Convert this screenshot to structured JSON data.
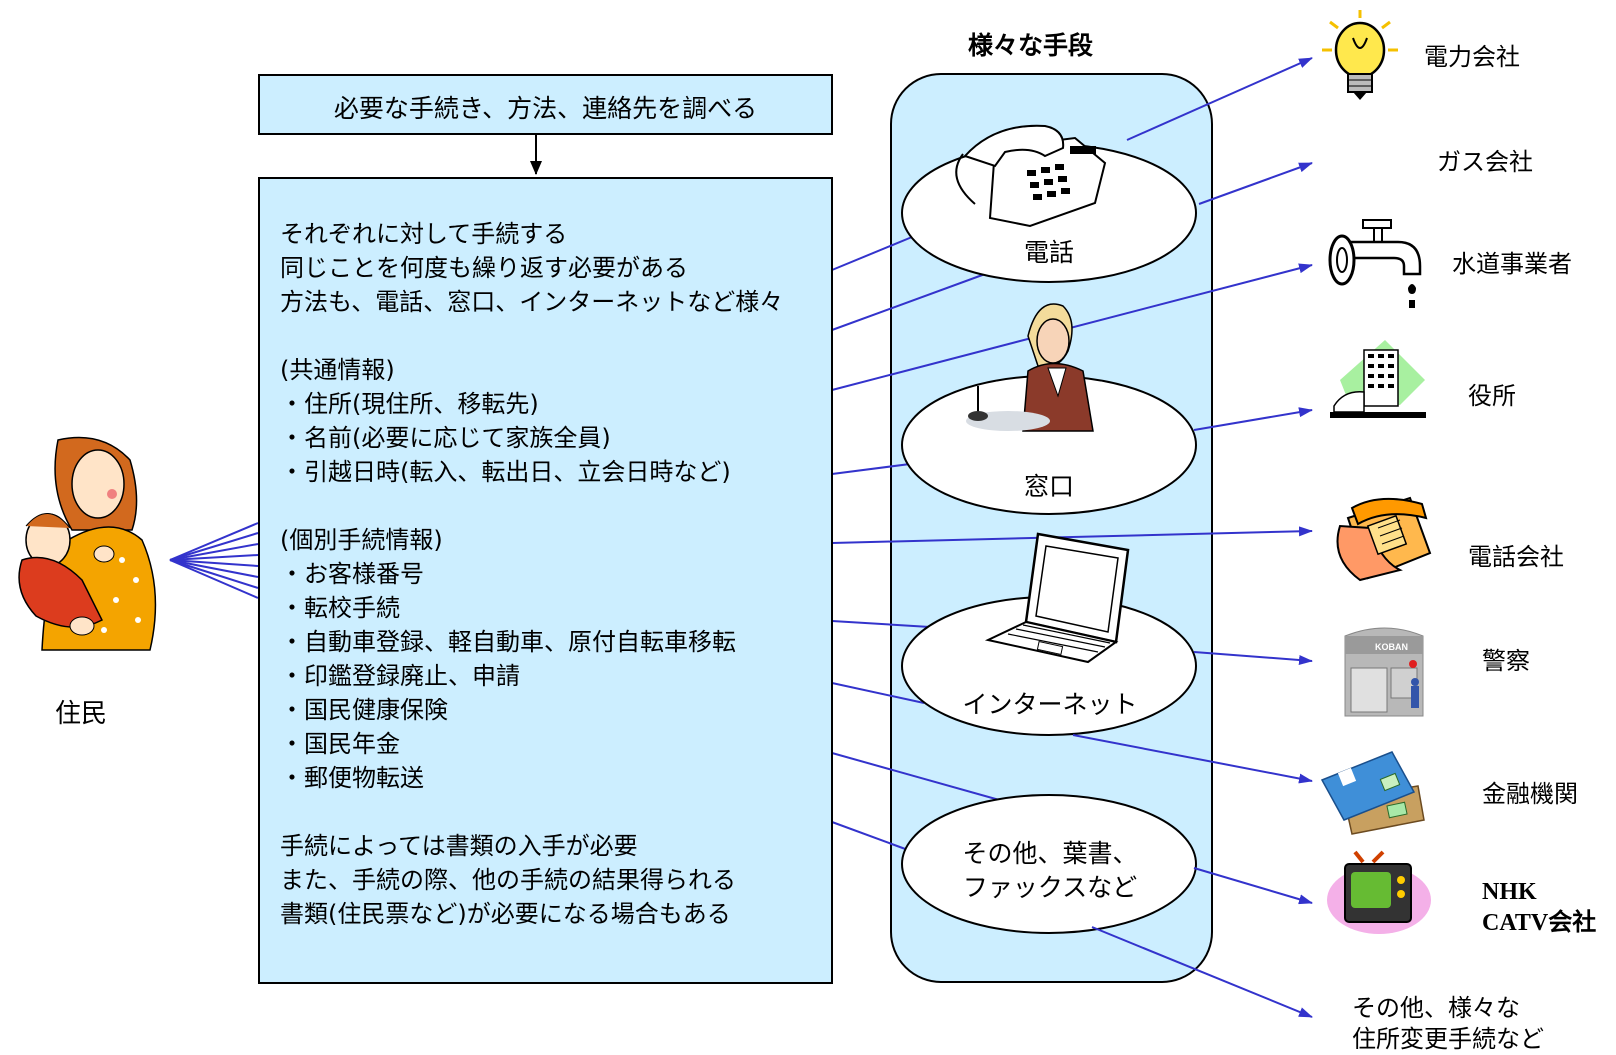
{
  "header": {
    "methods_title": "様々な手段"
  },
  "research_box": {
    "label": "必要な手続き、方法、連絡先を調べる"
  },
  "resident": {
    "label": "住民"
  },
  "procedure_panel": {
    "lines": [
      "それぞれに対して手続する",
      "同じことを何度も繰り返す必要がある",
      "方法も、電話、窓口、インターネットなど様々",
      "",
      "(共通情報)",
      "・住所(現住所、移転先)",
      "・名前(必要に応じて家族全員)",
      "・引越日時(転入、転出日、立会日時など)",
      "",
      "(個別手続情報)",
      "・お客様番号",
      "・転校手続",
      "・自動車登録、軽自動車、原付自転車移転",
      "・印鑑登録廃止、申請",
      "・国民健康保険",
      "・国民年金",
      "・郵便物転送",
      "",
      "手続によっては書類の入手が必要",
      "また、手続の際、他の手続の結果得られる",
      "書類(住民票など)が必要になる場合もある"
    ]
  },
  "methods": [
    {
      "label": "電話",
      "icon": "telephone-icon"
    },
    {
      "label": "窓口",
      "icon": "receptionist-icon"
    },
    {
      "label": "インターネット",
      "icon": "laptop-icon"
    },
    {
      "label": "その他、葉書、\nファックスなど",
      "icon": ""
    }
  ],
  "organizations": [
    {
      "label": "電力会社",
      "icon": "lightbulb-icon"
    },
    {
      "label": "ガス会社",
      "icon": ""
    },
    {
      "label": "水道事業者",
      "icon": "faucet-icon"
    },
    {
      "label": "役所",
      "icon": "office-building-icon"
    },
    {
      "label": "電話会社",
      "icon": "phone-icon"
    },
    {
      "label": "警察",
      "icon": "police-box-icon",
      "icon_text": "KOBAN"
    },
    {
      "label": "金融機関",
      "icon": "bank-card-icon"
    },
    {
      "label": "NHK\nCATV会社",
      "icon": "television-icon"
    },
    {
      "label": "その他、様々な\n住所変更手続など",
      "icon": ""
    }
  ],
  "colors": {
    "panel_fill": "#cceeff",
    "connector": "#3333cc",
    "border": "#000000"
  }
}
